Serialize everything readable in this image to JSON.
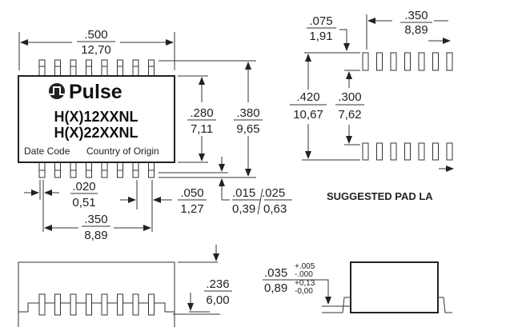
{
  "component": {
    "brand": "Pulse",
    "part_line1": "H(X)12XXNL",
    "part_line2": "H(X)22XXNL",
    "date_code": "Date Code",
    "country": "Country of Origin"
  },
  "dimensions": {
    "overall_width": {
      "in": ".500",
      "mm": "12,70"
    },
    "body_height": {
      "in": ".280",
      "mm": "7,11"
    },
    "overall_height": {
      "in": ".380",
      "mm": "9,65"
    },
    "pin_width": {
      "in": ".020",
      "mm": "0,51"
    },
    "pin_pitch": {
      "in": ".050",
      "mm": "1,27"
    },
    "pin_length": {
      "in": ".015",
      "in2": ".025",
      "mm": "0,39",
      "mm2": "0,63"
    },
    "pin_span": {
      "in": ".350",
      "mm": "8,89"
    },
    "side_height": {
      "in": ".236",
      "mm": "6,00"
    },
    "standoff": {
      "in": ".035",
      "in_tol_plus": "+.005",
      "in_tol_minus": "-.000",
      "mm": "0,89",
      "mm_tol_plus": "+0,13",
      "mm_tol_minus": "-0,00"
    }
  },
  "pad_layout": {
    "title": "SUGGESTED PAD LA",
    "pad_length": {
      "in": ".075",
      "mm": "1,91"
    },
    "pad_span": {
      "in": ".350",
      "mm": "8,89"
    },
    "outer": {
      "in": ".420",
      "mm": "10,67"
    },
    "inner": {
      "in": ".300",
      "mm": "7,62"
    }
  }
}
